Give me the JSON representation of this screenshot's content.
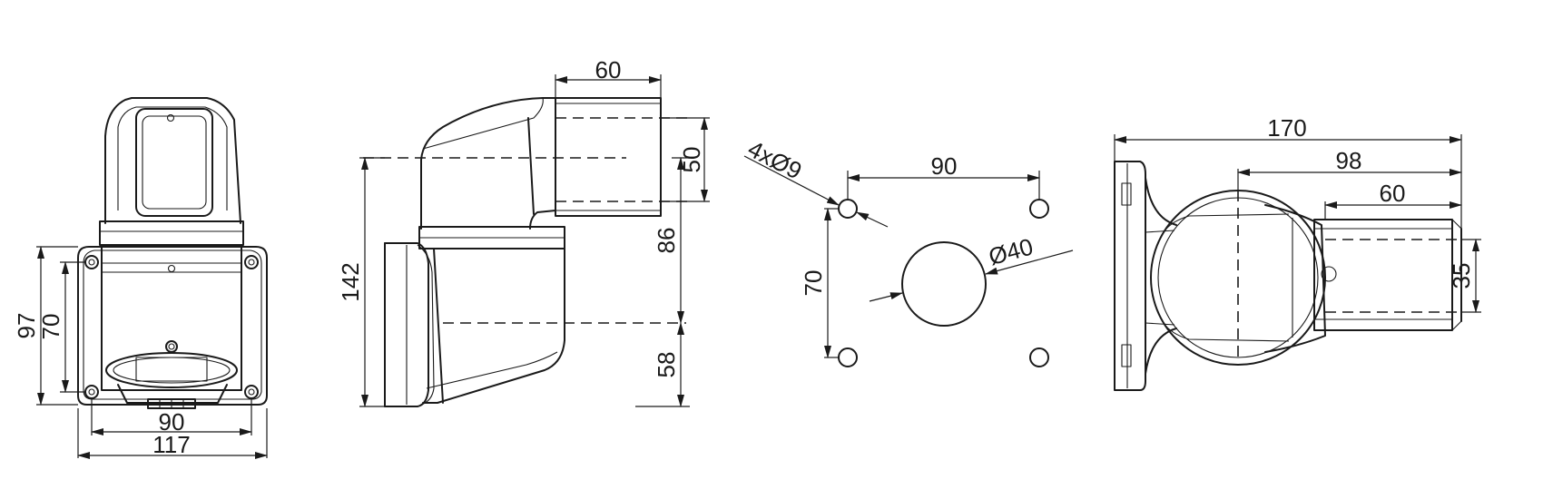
{
  "dimensions": {
    "front_width_holes": "90",
    "front_width_overall": "117",
    "front_height_overall": "97",
    "front_height_holes": "70",
    "side_top_width": "60",
    "side_pipe_height": "50",
    "side_overall_height": "142",
    "side_upper_height": "86",
    "side_lower_height": "58",
    "holes_callout": "4xØ9",
    "holes_horizontal": "90",
    "holes_vertical": "70",
    "center_hole": "Ø40",
    "top_overall": "170",
    "top_mid": "98",
    "top_pipe": "60",
    "top_pipe_height": "35"
  }
}
